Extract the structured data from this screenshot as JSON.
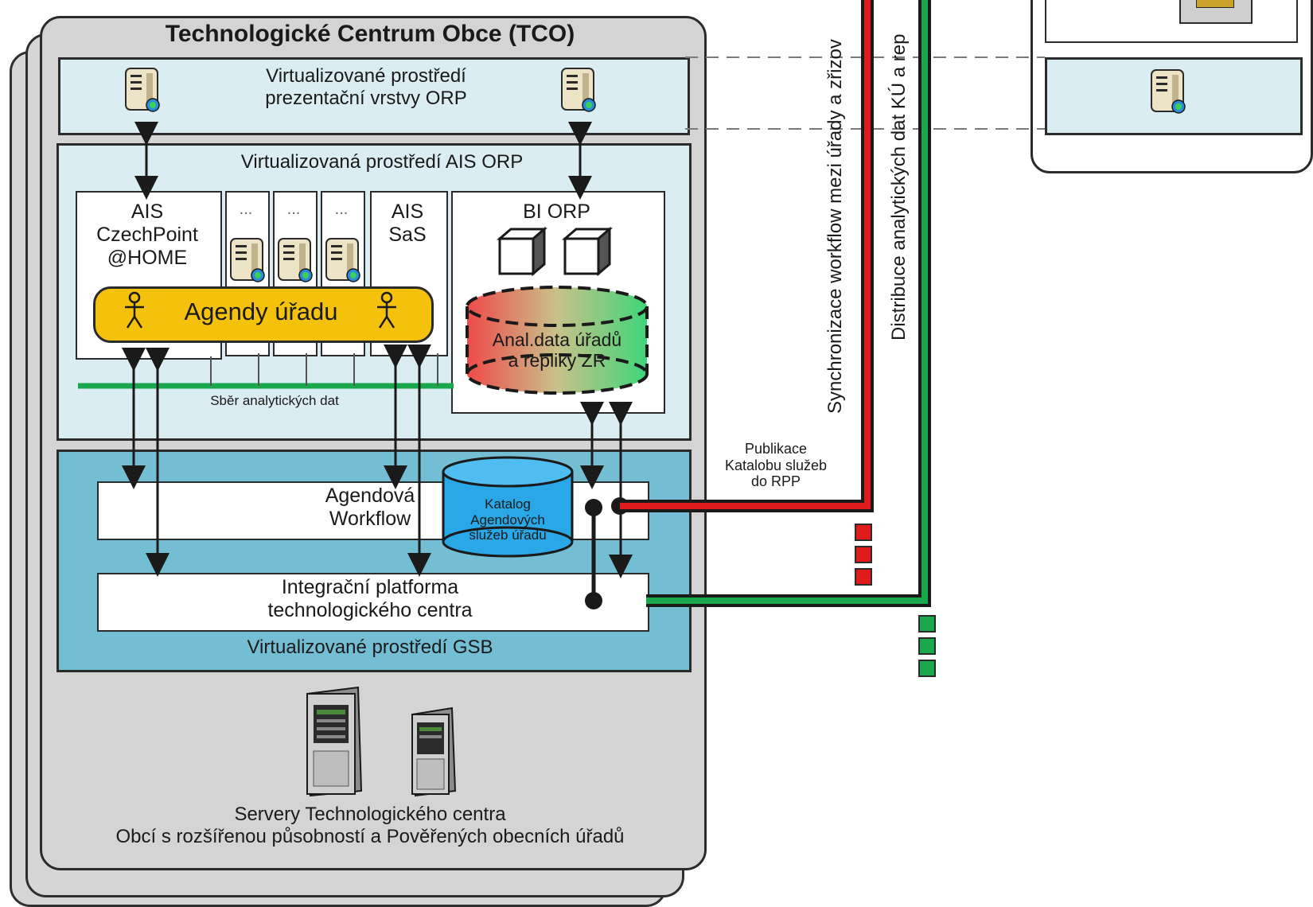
{
  "tco_title": "Technologické Centrum Obce (TCO)",
  "presentation_layer_label": "Virtualizované prostředí\nprezentační vrstvy ORP",
  "ais_layer_label": "Virtualizovaná prostředí AIS ORP",
  "ais_czechpoint_label": "AIS\nCzechPoint\n@HOME",
  "ellipsis_label": "...",
  "ais_sas_label": "AIS\nSaS",
  "bi_orp_label": "BI ORP",
  "agendy_label": "Agendy úřadu",
  "anal_data_label": "Anal.data úřadů\na repliky ZR",
  "sber_label": "Sběr analytických dat",
  "agendova_workflow_label": "Agendová\nWorkflow",
  "katalog_label": "Katalog\nAgendových\nslužeb úřadu",
  "integracni_label": "Integrační platforma\ntechnologického centra",
  "gsb_layer_label": "Virtualizované prostředí GSB",
  "servery_label": "Servery Technologického centra\nObcí s rozšířenou působností a Pověřených obecních úřadů",
  "publikace_label": "Publikace\nKatalobu služeb\ndo RPP",
  "synchronizace_label": "Synchronizace workflow mezi úřady a zřizov",
  "distribuce_label": "Distribuce analytických dat KÚ a rep",
  "colors": {
    "red_line": "#e01b1b",
    "green_line": "#1aa84f",
    "agendy_yellow": "#f4c20d",
    "katalog_blue": "#2aa7e6",
    "gsb_blue": "#74bed3",
    "layer_light_blue": "#d9edf3"
  }
}
